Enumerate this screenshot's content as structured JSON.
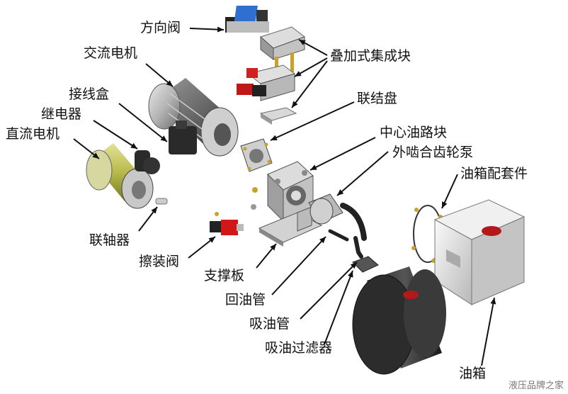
{
  "labels": {
    "directional_valve": "方向阀",
    "ac_motor": "交流电机",
    "stacking_block": "叠加式集成块",
    "junction_box": "接线盒",
    "relay": "继电器",
    "coupling_plate": "联结盘",
    "dc_motor": "直流电机",
    "center_manifold": "中心油路块",
    "external_gear_pump": "外啮合齿轮泵",
    "tank_accessories": "油箱配套件",
    "coupling": "联轴器",
    "cartridge_valve": "擦装阀",
    "support_plate": "支撑板",
    "return_pipe": "回油管",
    "suction_pipe": "吸油管",
    "suction_filter": "吸油过滤器",
    "oil_tank": "油箱"
  },
  "watermark": "液压品牌之家"
}
